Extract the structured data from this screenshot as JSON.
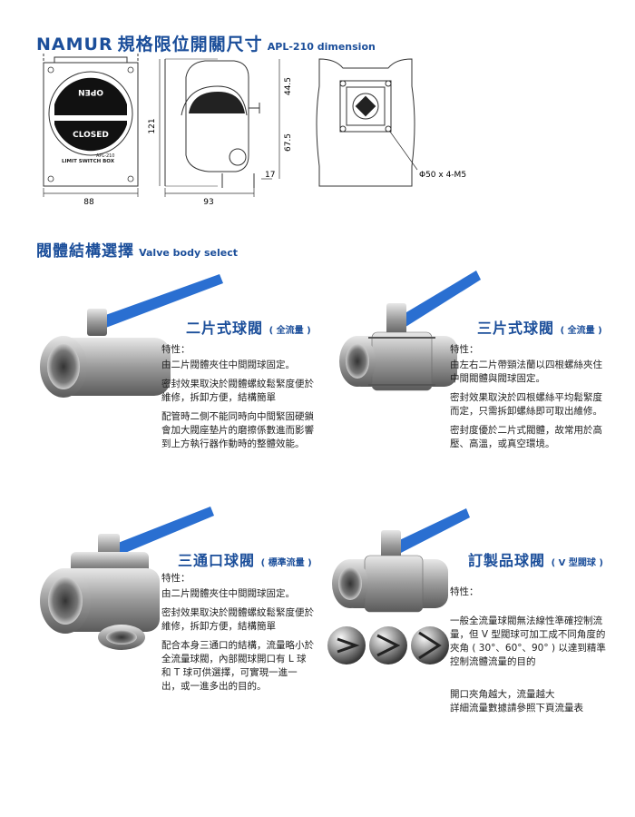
{
  "header": {
    "title_brand": "NAMUR",
    "title_zh": "規格限位開關尺寸",
    "title_en": "APL-210 dimension"
  },
  "drawing": {
    "dim_88": "88",
    "dim_93": "93",
    "dim_121": "121",
    "dim_44_5": "44.5",
    "dim_67_5": "67.5",
    "dim_17": "17",
    "dim_hole": "Φ50 x 4-M5",
    "dial_top": "OPEN",
    "dial_bottom": "CLOSED",
    "plate_model": "APL-210",
    "plate_title": "LIMIT SWITCH BOX"
  },
  "section": {
    "title_zh": "閥體結構選擇",
    "title_en": "Valve body select"
  },
  "valves": [
    {
      "title": "二片式球閥",
      "subtitle": "( 全流量 )",
      "feature_label": "特性：",
      "paragraphs": [
        "由二片閥體夾住中間閥球固定。",
        "密封效果取決於閥體螺紋鬆緊度便於維修，拆卸方便，結構簡單",
        "配管時二側不能同時向中間緊固硬鎖會加大閥座墊片的磨擦係數進而影響到上方執行器作動時的整體效能。"
      ]
    },
    {
      "title": "三片式球閥",
      "subtitle": "( 全流量 )",
      "feature_label": "特性：",
      "paragraphs": [
        "由左右二片帶頸法蘭以四根螺絲夾住中間閥體與閥球固定。",
        "密封效果取決於四根螺絲平均鬆緊度而定，只需拆卸螺絲即可取出維修。",
        "密封度優於二片式閥體，故常用於高壓、高溫，或真空環境。"
      ]
    },
    {
      "title": "三通口球閥",
      "subtitle": "( 標準流量 )",
      "feature_label": "特性：",
      "paragraphs": [
        "由二片閥體夾住中間閥球固定。",
        "密封效果取決於閥體螺紋鬆緊度便於維修，拆卸方便，結構簡單",
        "配合本身三通口的結構，流量略小於全流量球閥，內部閥球開口有 L 球和 T 球可供選擇，可實現一進一出，或一進多出的目的。"
      ]
    },
    {
      "title": "訂製品球閥",
      "subtitle": "( V 型閥球 )",
      "feature_label": "特性：",
      "paragraphs": [
        "一般全流量球閥無法線性準確控制流量，但 V 型閥球可加工成不同角度的夾角 ( 30°、60°、90° ) 以達到精準控制流體流量的目的",
        "開口夾角越大，流量越大\n詳細流量數據請參照下頁流量表"
      ]
    }
  ],
  "colors": {
    "brand_blue": "#1b4e9a",
    "handle_blue": "#2a6fd1"
  }
}
